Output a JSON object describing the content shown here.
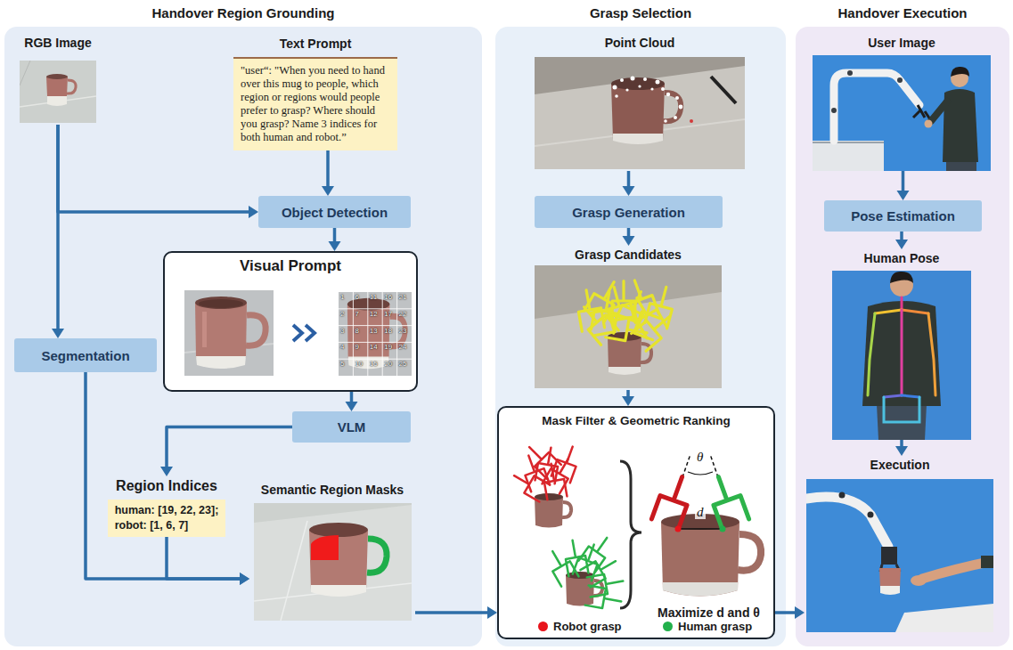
{
  "diagram": {
    "nodes": [
      {
        "text": [
          "Handover Region Grounding"
        ]
      },
      {
        "text": [
          "RGB Image"
        ],
        "in": 0
      },
      {
        "text": [
          "Text Prompt",
          "\"user“: \"When you need to hand over this mug to people, which region or regions would people prefer to grasp? Where should you grasp? Name 3 indices for both human and robot.”"
        ],
        "in": 0
      },
      {
        "text": [
          "Object Detection"
        ],
        "in": 0
      },
      {
        "text": [
          "Visual Prompt"
        ],
        "in": 0
      },
      {
        "text": [
          "Segmentation"
        ],
        "in": 0
      },
      {
        "text": [
          "VLM"
        ],
        "in": 0
      },
      {
        "text": [
          "Region Indices",
          "human: [19, 22, 23];",
          "robot: [1, 6, 7]"
        ],
        "in": 0
      },
      {
        "text": [
          "Semantic Region Masks"
        ],
        "in": 0
      },
      {
        "text": [
          "Grasp Selection"
        ]
      },
      {
        "text": [
          "Point Cloud"
        ],
        "in": 9
      },
      {
        "text": [
          "Grasp Generation"
        ],
        "in": 9
      },
      {
        "text": [
          "Grasp Candidates"
        ],
        "in": 9
      },
      {
        "text": [
          "Mask Filter & Geometric Ranking",
          "Maximize d and θ"
        ],
        "in": 9
      },
      {
        "text": [
          "Handover Execution"
        ]
      },
      {
        "text": [
          "User Image"
        ],
        "in": 14
      },
      {
        "text": [
          "Pose Estimation"
        ],
        "in": 14
      },
      {
        "text": [
          "Human Pose"
        ],
        "in": 14
      },
      {
        "text": [
          "Execution"
        ],
        "in": 14
      }
    ],
    "edges": [
      {
        "from": 1,
        "to": 3,
        "arrow": "to"
      },
      {
        "from": 2,
        "to": 3,
        "arrow": "to"
      },
      {
        "from": 1,
        "to": 5,
        "arrow": "to"
      },
      {
        "from": 3,
        "to": 4,
        "arrow": "to"
      },
      {
        "from": 4,
        "to": 6,
        "arrow": "to"
      },
      {
        "from": 6,
        "to": 7,
        "arrow": "to"
      },
      {
        "from": 5,
        "to": 8,
        "arrow": "to"
      },
      {
        "from": 7,
        "to": 8,
        "arrow": "to"
      },
      {
        "from": 8,
        "to": 13,
        "arrow": "to"
      },
      {
        "from": 10,
        "to": 11,
        "arrow": "to"
      },
      {
        "from": 11,
        "to": 12,
        "arrow": "to"
      },
      {
        "from": 12,
        "to": 13,
        "arrow": "to"
      },
      {
        "from": 13,
        "to": 18,
        "arrow": "to"
      },
      {
        "from": 15,
        "to": 16,
        "arrow": "to"
      },
      {
        "from": 16,
        "to": 17,
        "arrow": "to"
      },
      {
        "from": 17,
        "to": 18,
        "arrow": "to"
      }
    ],
    "labels": [
      "1",
      "2",
      "3",
      "4",
      "5",
      "6",
      "7",
      "8",
      "9",
      "10",
      "11",
      "12",
      "13",
      "14",
      "15",
      "16",
      "17",
      "18",
      "19",
      "20",
      "21",
      "22",
      "23",
      "24",
      "25",
      "θ",
      "d"
    ],
    "legend": [
      {
        "text": "Robot grasp",
        "color": "#e8141c"
      },
      {
        "text": "Human grasp",
        "color": "#22b04b"
      }
    ]
  }
}
